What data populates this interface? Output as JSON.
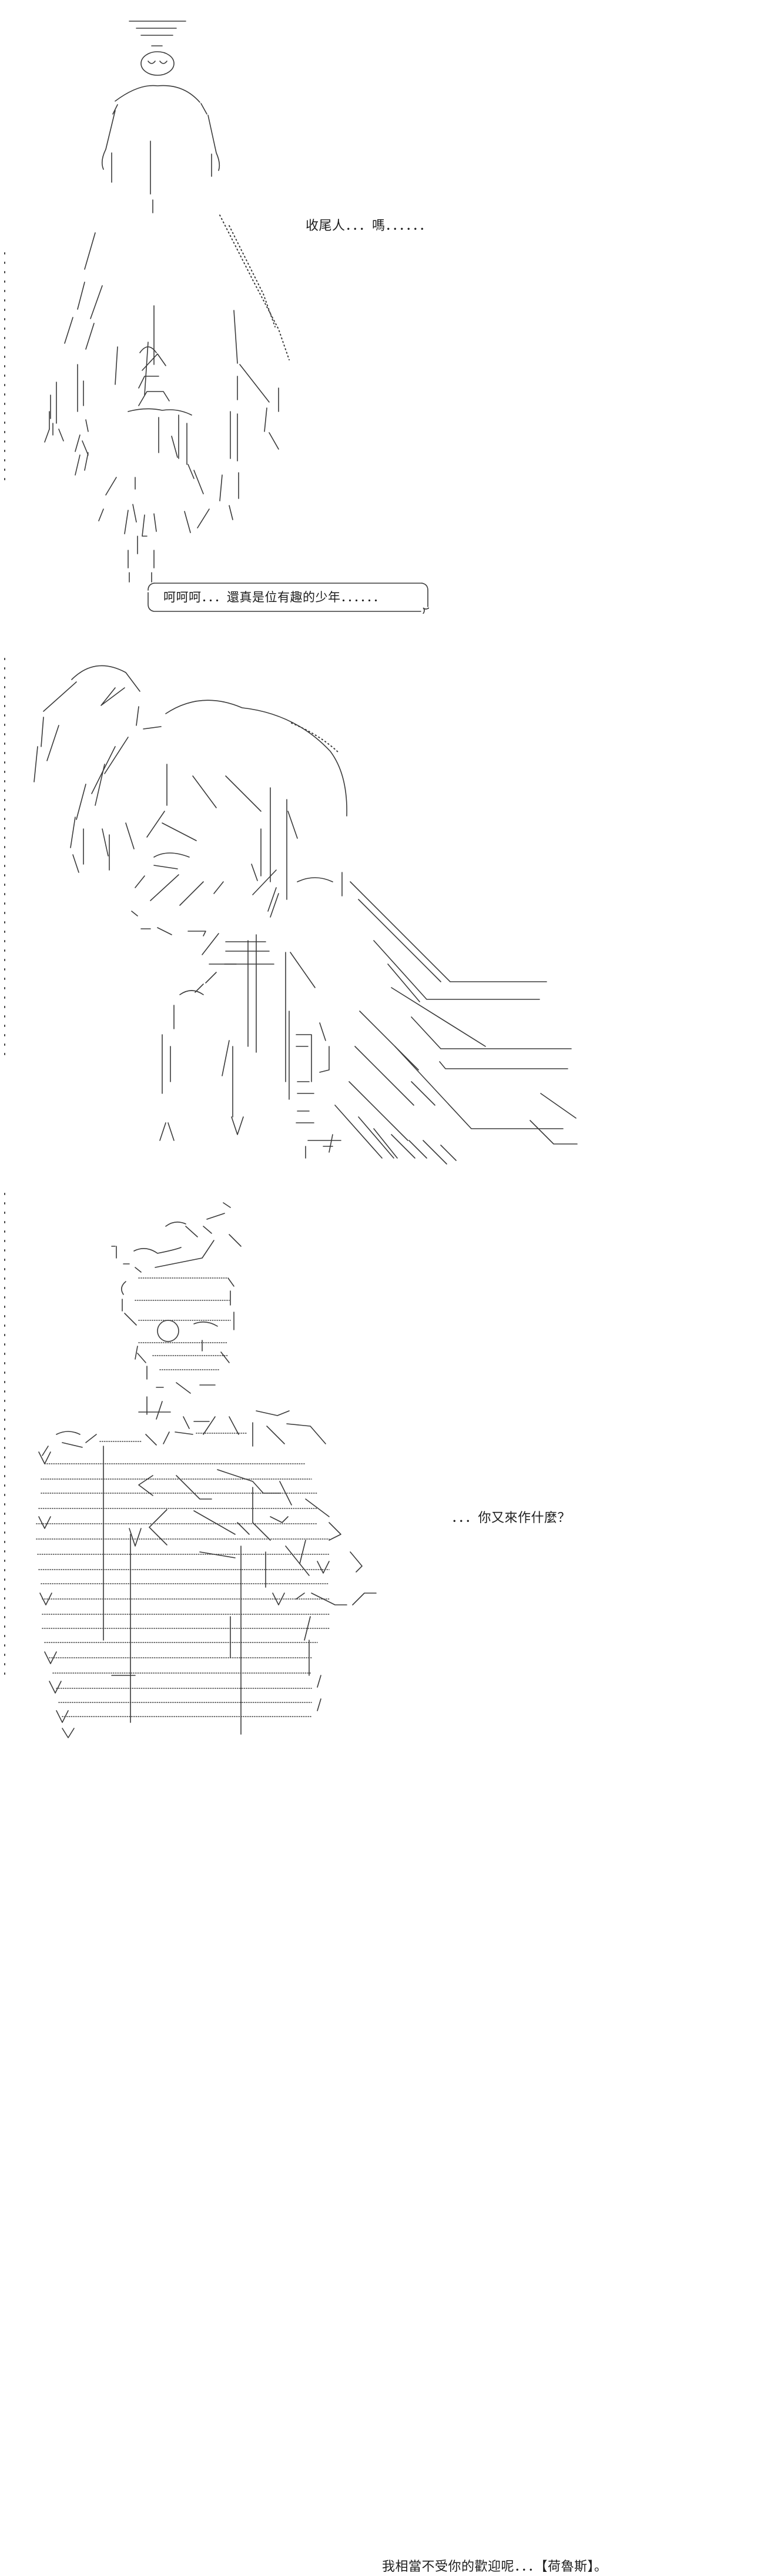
{
  "dialogue": {
    "line_1": "收尾人．．．嗎．．．．．．",
    "line_2": "呵呵呵．．．還真是位有趣的少年．．．．．．",
    "line_3": "．．．你又來作什麼？",
    "line_4": "我相當不受你的歡迎呢．．．【荷魯斯】。"
  },
  "figures": [
    "robed-stranger-figure",
    "long-haired-figure",
    "short-haired-boy-figure"
  ],
  "colors": {
    "background": "#ffffff",
    "line_art": "#3a3a3a",
    "text": "#1e1e1e"
  }
}
